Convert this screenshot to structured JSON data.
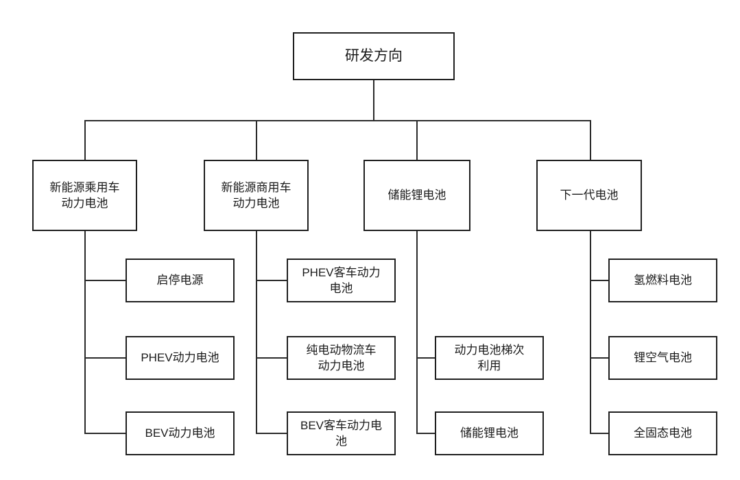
{
  "diagram": {
    "title": "研发方向",
    "root": {
      "id": "root",
      "label": "研发方向"
    },
    "branches": [
      {
        "id": "branch-1",
        "label": "新能源乘用车\n动力电池",
        "children": [
          {
            "id": "branch-1-child-1",
            "label": "启停电源"
          },
          {
            "id": "branch-1-child-2",
            "label": "PHEV动力电池"
          },
          {
            "id": "branch-1-child-3",
            "label": "BEV动力电池"
          }
        ]
      },
      {
        "id": "branch-2",
        "label": "新能源商用车\n动力电池",
        "children": [
          {
            "id": "branch-2-child-1",
            "label": "PHEV客车动力\n电池"
          },
          {
            "id": "branch-2-child-2",
            "label": "纯电动物流车\n动力电池"
          },
          {
            "id": "branch-2-child-3",
            "label": "BEV客车动力电\n池"
          }
        ]
      },
      {
        "id": "branch-3",
        "label": "储能锂电池",
        "children": [
          {
            "id": "branch-3-child-1",
            "label": "动力电池梯次\n利用"
          },
          {
            "id": "branch-3-child-2",
            "label": "储能锂电池"
          }
        ]
      },
      {
        "id": "branch-4",
        "label": "下一代电池",
        "children": [
          {
            "id": "branch-4-child-1",
            "label": "氢燃料电池"
          },
          {
            "id": "branch-4-child-2",
            "label": "锂空气电池"
          },
          {
            "id": "branch-4-child-3",
            "label": "全固态电池"
          }
        ]
      }
    ],
    "colors": {
      "background": "#ffffff",
      "box_border": "#1f1f1f",
      "box_fill": "#ffffff",
      "connector": "#2a2a2a",
      "text": "#1a1a1a"
    }
  }
}
